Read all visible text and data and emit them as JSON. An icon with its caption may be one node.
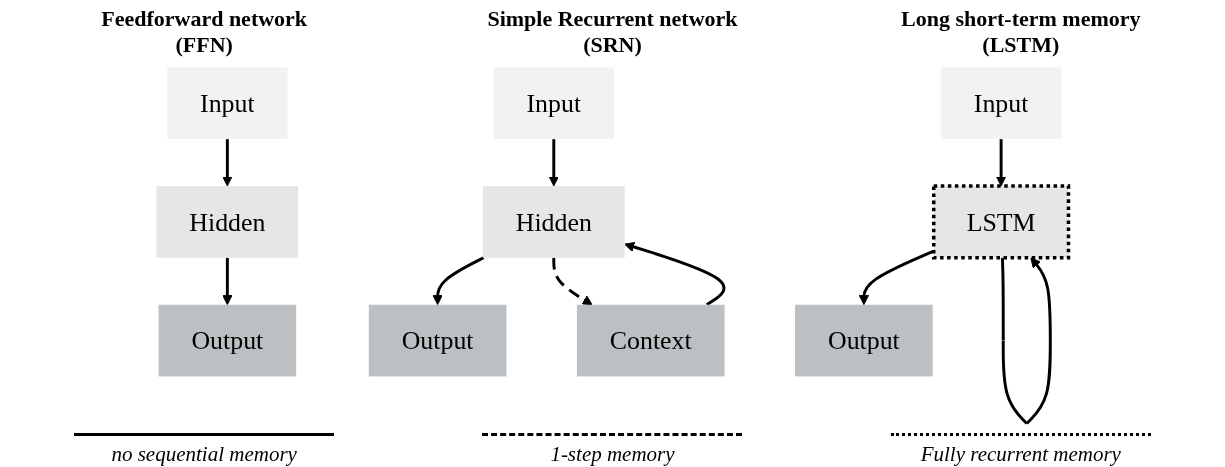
{
  "diagram": {
    "nodes": [
      {
        "text": [
          "Input"
        ]
      },
      {
        "text": [
          "Hidden"
        ]
      },
      {
        "text": [
          "Output"
        ]
      },
      {
        "text": [
          "Input"
        ]
      },
      {
        "text": [
          "Hidden"
        ]
      },
      {
        "text": [
          "Output"
        ]
      },
      {
        "text": [
          "Context"
        ]
      },
      {
        "text": [
          "Input"
        ]
      },
      {
        "text": [
          "LSTM"
        ]
      },
      {
        "text": [
          "Output"
        ]
      }
    ],
    "edges": [
      {
        "from": 0,
        "to": 1,
        "arrow": "to"
      },
      {
        "from": 1,
        "to": 2,
        "arrow": "to"
      },
      {
        "from": 3,
        "to": 4,
        "arrow": "to"
      },
      {
        "from": 4,
        "to": 5,
        "arrow": "to"
      },
      {
        "from": 6,
        "to": 4,
        "arrow": "to"
      },
      {
        "from": 4,
        "to": 6,
        "arrow": "to",
        "style": "dashed"
      },
      {
        "from": 7,
        "to": 8,
        "arrow": "to"
      },
      {
        "from": 8,
        "to": 9,
        "arrow": "to"
      },
      {
        "from": 8,
        "to": 8,
        "arrow": "to"
      }
    ],
    "labels": [
      "Feedforward network (FFN)",
      "Simple Recurrent network (SRN)",
      "Long short-term memory (LSTM)"
    ],
    "legend": [
      {
        "text": "no sequential memory"
      },
      {
        "text": "1-step memory"
      },
      {
        "text": "Fully recurrent memory"
      }
    ]
  }
}
